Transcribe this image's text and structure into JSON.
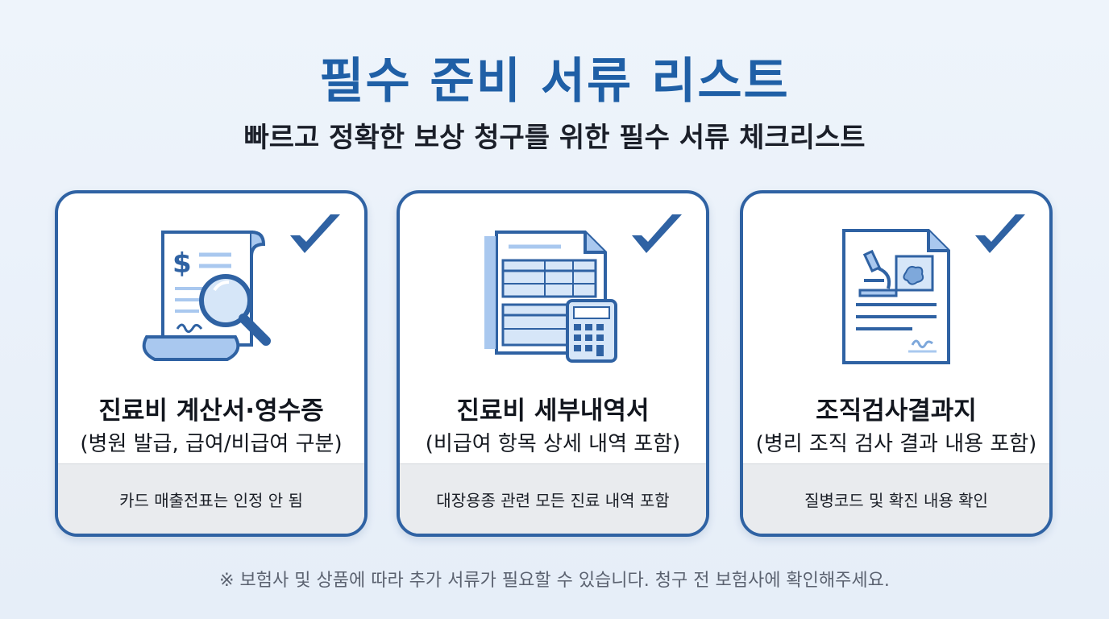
{
  "title": "필수 준비 서류 리스트",
  "subtitle": "빠르고 정확한 보상 청구를 위한 필수 서류 체크리스트",
  "cards": [
    {
      "icon": "receipt-magnifier-icon",
      "title": "진료비 계산서·영수증",
      "subtitle": "(병원 발급, 급여/비급여 구분)",
      "footer": "카드 매출전표는 인정 안 됨"
    },
    {
      "icon": "spreadsheet-calculator-icon",
      "title": "진료비 세부내역서",
      "subtitle": "(비급여 항목 상세 내역 포함)",
      "footer": "대장용종 관련 모든 진료 내역 포함"
    },
    {
      "icon": "microscope-report-icon",
      "title": "조직검사결과지",
      "subtitle": "(병리 조직 검사 결과 내용 포함)",
      "footer": "질병코드 및 확진 내용 확인"
    }
  ],
  "note": "※ 보험사 및 상품에 따라 추가 서류가 필요할 수 있습니다. 청구 전 보험사에 확인해주세요.",
  "colors": {
    "accent": "#2f62a3",
    "title": "#1f5fa6",
    "icon_fill": "#a9c8ef",
    "footer_bg": "#e9ebee"
  }
}
